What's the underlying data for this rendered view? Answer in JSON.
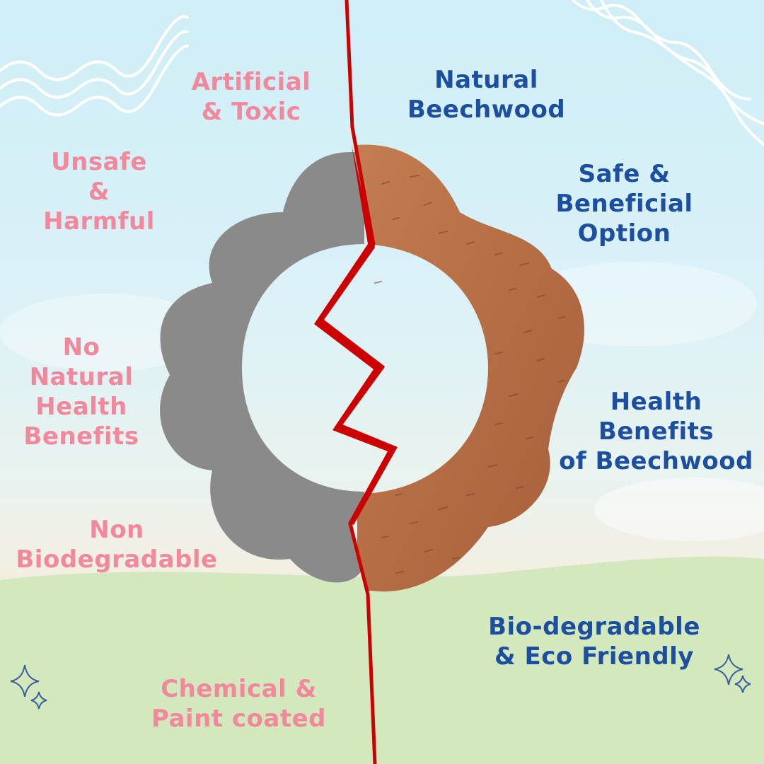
{
  "colors": {
    "pink_text": "#f2889b",
    "blue_text": "#1d4fa0",
    "divider": "#cc0000",
    "silicone": "#8a8a8a",
    "wood": "#b8724a",
    "grass": "#d3e8bd",
    "sky": "#d4eff7"
  },
  "left_labels": {
    "artificial": [
      "Artificial",
      "& Toxic"
    ],
    "unsafe": [
      "Unsafe",
      "&",
      "Harmful"
    ],
    "no_benefits": [
      "No",
      "Natural",
      "Health",
      "Benefits"
    ],
    "non_bio": [
      "Non",
      "Biodegradable"
    ],
    "chemical": [
      "Chemical &",
      "Paint coated"
    ]
  },
  "right_labels": {
    "natural": [
      "Natural",
      "Beechwood"
    ],
    "safe": [
      "Safe &",
      "Beneficial",
      "Option"
    ],
    "health": [
      "Health",
      "Benefits",
      "of Beechwood"
    ],
    "bio": [
      "Bio-degradable",
      "& Eco Friendly"
    ]
  },
  "icons": [
    "sparkle-icon",
    "wave-decoration"
  ]
}
